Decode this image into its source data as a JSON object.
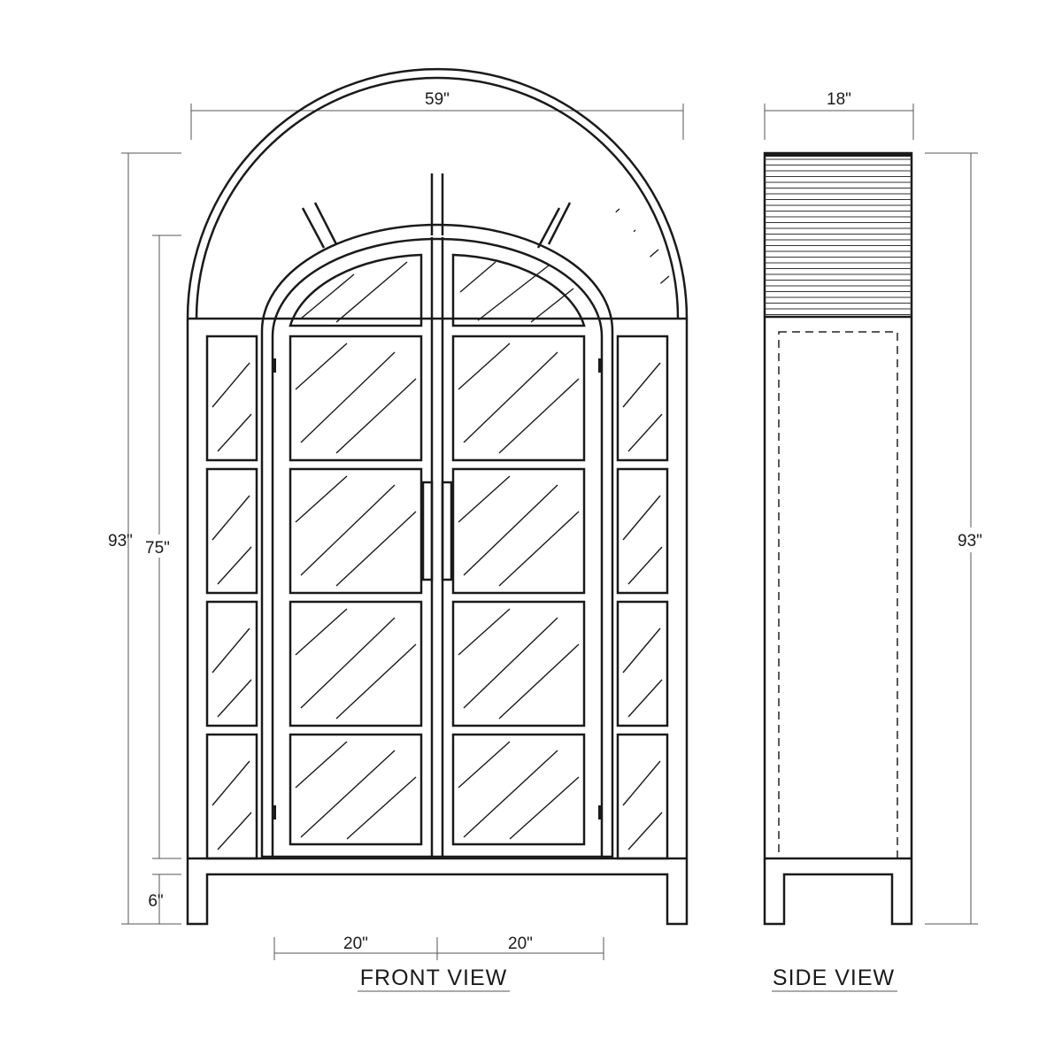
{
  "dimensions": {
    "front_width": "59\"",
    "side_depth": "18\"",
    "overall_height_front": "93\"",
    "overall_height_side": "93\"",
    "door_height": "75\"",
    "leg_height": "6\"",
    "left_door_width": "20\"",
    "right_door_width": "20\""
  },
  "labels": {
    "front_view": "FRONT  VIEW",
    "side_view": "SIDE  VIEW"
  },
  "colors": {
    "line": "#1a1a1a",
    "background": "#ffffff"
  }
}
